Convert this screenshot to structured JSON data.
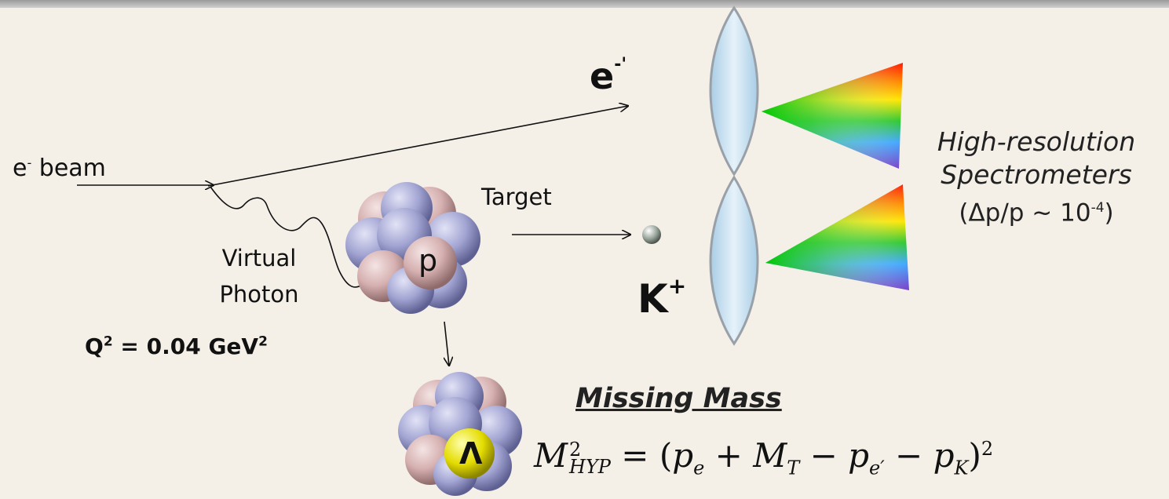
{
  "labels": {
    "e_prime": "e",
    "e_prime_sup": "-'",
    "beam": "e",
    "beam_sup": "-",
    "beam_word": " beam",
    "virtual_line1": "Virtual",
    "virtual_line2": "Photon",
    "q2_prefix": "Q",
    "q2_sup": "2",
    "q2_value": " = 0.04 GeV",
    "q2_unit_sup": "2",
    "target": "Target",
    "proton": "p",
    "kaon": "K",
    "kaon_sup": "+",
    "spectrometer_line1": "High-resolution",
    "spectrometer_line2": "Spectrometers",
    "resolution_prefix": "(Δp/p ~ 10",
    "resolution_sup": "-4",
    "resolution_suffix": ")",
    "hyperon": "Λ",
    "missing_mass_title": "Missing Mass"
  },
  "equation": {
    "lhs_symbol": "M",
    "lhs_sup": "2",
    "lhs_sub": "HYP",
    "rhs_open": " = (",
    "pe": "p",
    "pe_sub": "e",
    "plus": " + ",
    "mt": "M",
    "mt_sub": "T",
    "minus1": " − ",
    "pep": "p",
    "pep_sub": "e′",
    "minus2": " − ",
    "pk": "p",
    "pk_sub": "K",
    "rhs_close": ")",
    "rhs_sup": "2"
  },
  "colors": {
    "background": "#f4f0e8",
    "nucleon_pink": "#d8b4b4",
    "nucleon_blue": "#a6a8d4",
    "hyperon_yellow": "#e8e000",
    "magnet_fill": "#c4dff0",
    "magnet_edge": "#9aa0a8"
  }
}
